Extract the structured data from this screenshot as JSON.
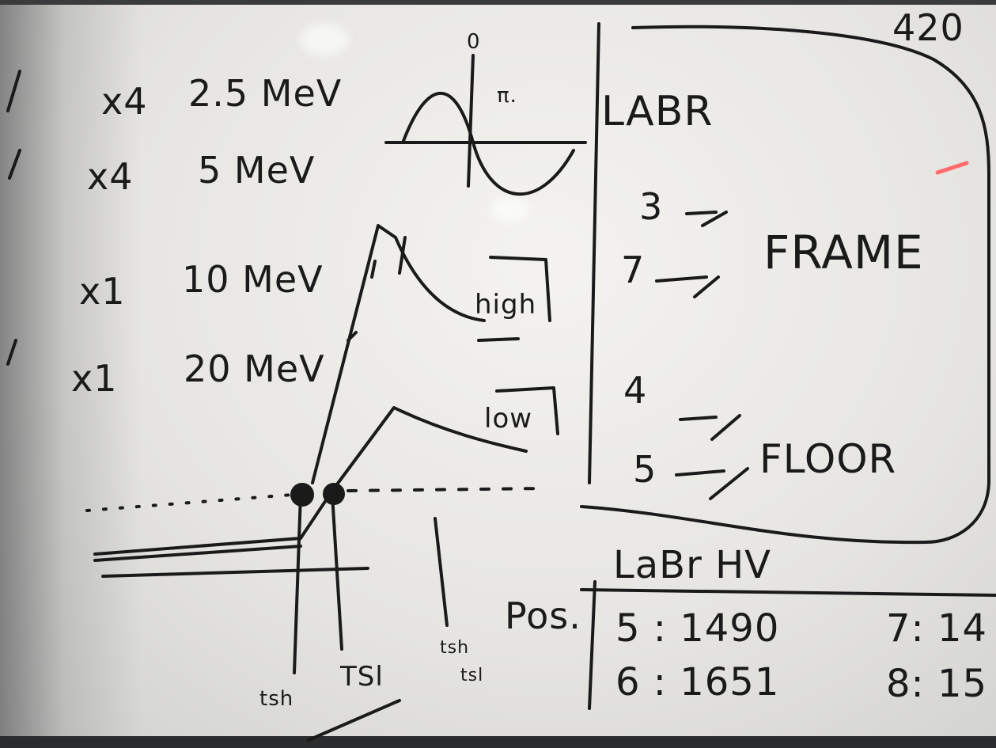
{
  "left_list": [
    {
      "mult": "x4",
      "energy": "2.5 MeV"
    },
    {
      "mult": "x4",
      "energy": "5 MeV"
    },
    {
      "mult": "x1",
      "energy": "10 MeV"
    },
    {
      "mult": "x1",
      "energy": "20 MeV"
    }
  ],
  "sine": {
    "top_label": "0",
    "side_label": "π."
  },
  "pulse": {
    "high_label": "high",
    "low_label": "low"
  },
  "thresholds": {
    "label_1": "tsh",
    "label_2": "TSl",
    "label_3_top": "tsh",
    "label_3_bottom": "tsl"
  },
  "box": {
    "top_right_number": "420",
    "title": "LABR",
    "frame": {
      "num_1": "3",
      "num_2": "7",
      "label": "FRAME"
    },
    "floor": {
      "num_1": "4",
      "num_2": "5",
      "label": "FLOOR"
    }
  },
  "hv_table": {
    "title": "LaBr HV",
    "row_label": "Pos.",
    "rows": [
      {
        "left": "5 :  1490",
        "right": "7: 14"
      },
      {
        "left": "6 :  1651",
        "right": "8: 15"
      }
    ]
  },
  "colors": {
    "ink": "#1a1a1a",
    "board": "#eeede9"
  }
}
